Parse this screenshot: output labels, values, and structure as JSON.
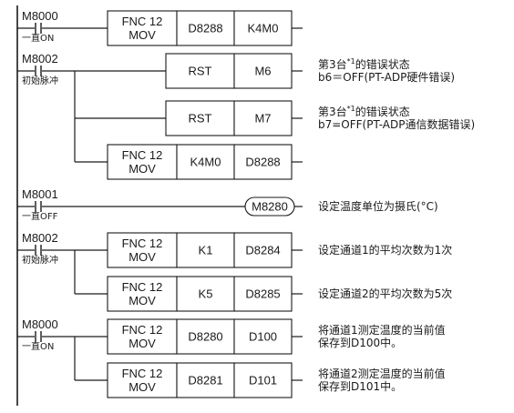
{
  "rungs": [
    {
      "contact": {
        "name": "M8000",
        "sub": "一直ON"
      },
      "branches": [
        {
          "cells": [
            "FNC 12\nMOV",
            "D8288",
            "K4M0"
          ],
          "note": []
        }
      ]
    },
    {
      "contact": {
        "name": "M8002",
        "sub": "初始脉冲"
      },
      "branches": [
        {
          "cells": [
            "RST",
            "M6"
          ],
          "note": [
            {
              "before": "第3台",
              "sup": "*1",
              "after": "的错误状态"
            },
            {
              "before": "b6＝OFF(PT-ADP硬件错误)"
            }
          ]
        },
        {
          "cells": [
            "RST",
            "M7"
          ],
          "note": [
            {
              "before": "第3台",
              "sup": "*1",
              "after": "的错误状态"
            },
            {
              "before": "b7=OFF(PT-ADP通信数据错误)"
            }
          ]
        },
        {
          "cells": [
            "FNC 12\nMOV",
            "K4M0",
            "D8288"
          ],
          "note": []
        }
      ]
    },
    {
      "contact": {
        "name": "M8001",
        "sub": "一直OFF"
      },
      "branches": [
        {
          "coil": "M8280",
          "note": [
            {
              "before": "设定温度单位为摄氏(°C)"
            }
          ]
        }
      ]
    },
    {
      "contact": {
        "name": "M8002",
        "sub": "初始脉冲"
      },
      "branches": [
        {
          "cells": [
            "FNC 12\nMOV",
            "K1",
            "D8284"
          ],
          "note": [
            {
              "before": "设定通道1的平均次数为1次"
            }
          ]
        },
        {
          "cells": [
            "FNC 12\nMOV",
            "K5",
            "D8285"
          ],
          "note": [
            {
              "before": "设定通道2的平均次数为5次"
            }
          ]
        }
      ]
    },
    {
      "contact": {
        "name": "M8000",
        "sub": "一直ON"
      },
      "branches": [
        {
          "cells": [
            "FNC 12\nMOV",
            "D8280",
            "D100"
          ],
          "note": [
            {
              "before": "将通道1测定温度的当前值"
            },
            {
              "before": "保存到D100中。"
            }
          ]
        },
        {
          "cells": [
            "FNC 12\nMOV",
            "D8281",
            "D101"
          ],
          "note": [
            {
              "before": "将通道2测定温度的当前值"
            },
            {
              "before": "保存到D101中。"
            }
          ]
        }
      ]
    }
  ]
}
